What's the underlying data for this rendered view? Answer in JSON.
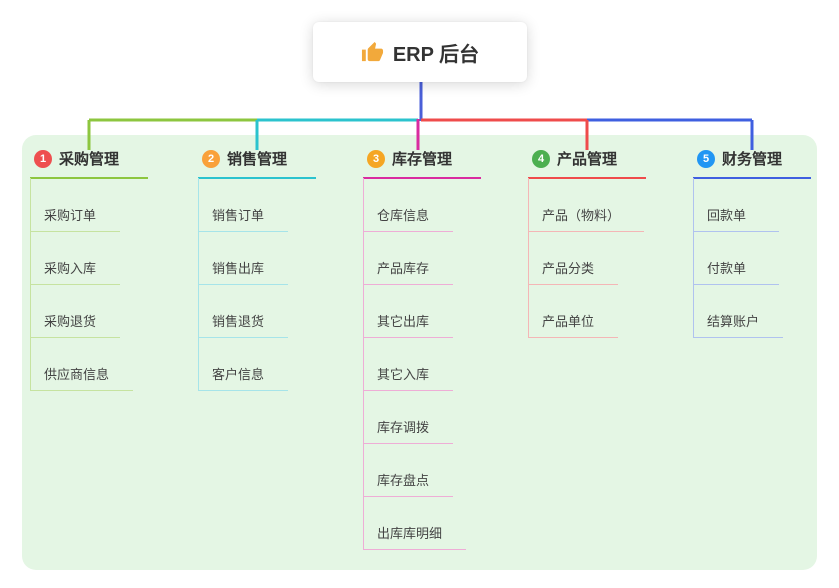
{
  "root": {
    "label": "ERP 后台",
    "icon": "thumbs-up-icon",
    "icon_color": "#f2a93b"
  },
  "canvas": {
    "background": "#ffffff",
    "panel_color": "#e4f6e4",
    "root_connector_color": "#4a5fd8"
  },
  "branches": [
    {
      "badge": "1",
      "label": "采购管理",
      "badge_color": "#ee4f4f",
      "line_color": "#8dc63f",
      "light_color": "#c6e3a0",
      "children": [
        "采购订单",
        "采购入库",
        "采购退货",
        "供应商信息"
      ]
    },
    {
      "badge": "2",
      "label": "销售管理",
      "badge_color": "#f9a13a",
      "line_color": "#2bc3ce",
      "light_color": "#a6e4e9",
      "children": [
        "销售订单",
        "销售出库",
        "销售退货",
        "客户信息"
      ]
    },
    {
      "badge": "3",
      "label": "库存管理",
      "badge_color": "#f5a623",
      "line_color": "#d92ca0",
      "light_color": "#eeadd6",
      "children": [
        "仓库信息",
        "产品库存",
        "其它出库",
        "其它入库",
        "库存调拨",
        "库存盘点",
        "出库库明细"
      ]
    },
    {
      "badge": "4",
      "label": "产品管理",
      "badge_color": "#4caf50",
      "line_color": "#ef4b4b",
      "light_color": "#f4b6b6",
      "children": [
        "产品（物料）",
        "产品分类",
        "产品单位"
      ]
    },
    {
      "badge": "5",
      "label": "财务管理",
      "badge_color": "#2196f3",
      "line_color": "#3f5fe0",
      "light_color": "#b0c2ef",
      "children": [
        "回款单",
        "付款单",
        "结算账户"
      ]
    }
  ]
}
